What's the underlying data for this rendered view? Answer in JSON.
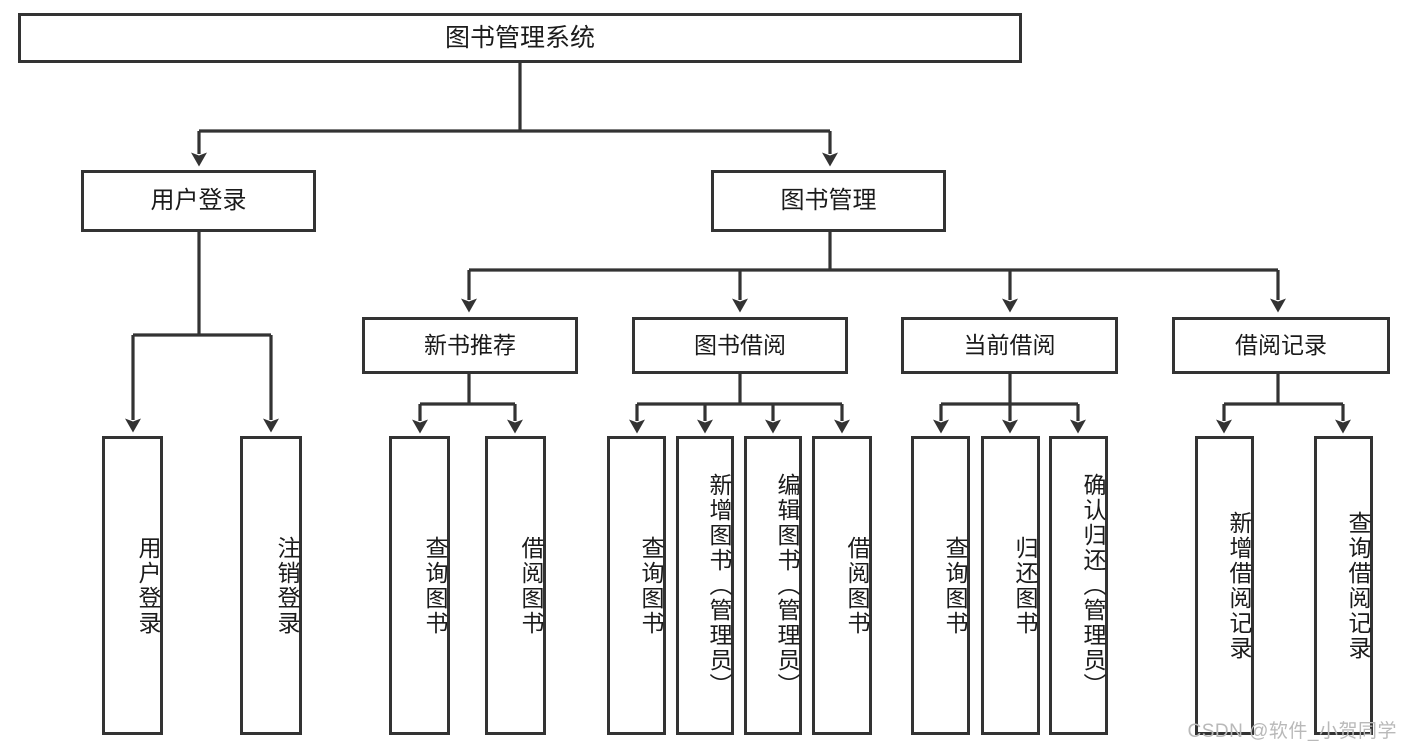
{
  "diagram": {
    "type": "tree-hierarchy",
    "title": "图书管理系统",
    "watermark": "CSDN @软件_小贺同学",
    "colors": {
      "border": "#333333",
      "fill": "#ffffff",
      "text": "#1b1b1b",
      "connector": "#333333",
      "watermark": "#b9b9b9"
    },
    "nodes": {
      "root": {
        "label": "图书管理系统"
      },
      "level2": [
        {
          "label": "用户登录"
        },
        {
          "label": "图书管理"
        }
      ],
      "level3": [
        {
          "label": "新书推荐"
        },
        {
          "label": "图书借阅"
        },
        {
          "label": "当前借阅"
        },
        {
          "label": "借阅记录"
        }
      ],
      "leaves": {
        "user_login": [
          {
            "label": "用户登录"
          },
          {
            "label": "注销登录"
          }
        ],
        "new_book_recommend": [
          {
            "label": "查询图书"
          },
          {
            "label": "借阅图书"
          }
        ],
        "book_borrow": [
          {
            "label": "查询图书"
          },
          {
            "label": "新增图书（管理员）"
          },
          {
            "label": "编辑图书（管理员）"
          },
          {
            "label": "借阅图书"
          }
        ],
        "current_borrow": [
          {
            "label": "查询图书"
          },
          {
            "label": "归还图书"
          },
          {
            "label": "确认归还（管理员）"
          }
        ],
        "borrow_record": [
          {
            "label": "新增借阅记录"
          },
          {
            "label": "查询借阅记录"
          }
        ]
      }
    }
  }
}
